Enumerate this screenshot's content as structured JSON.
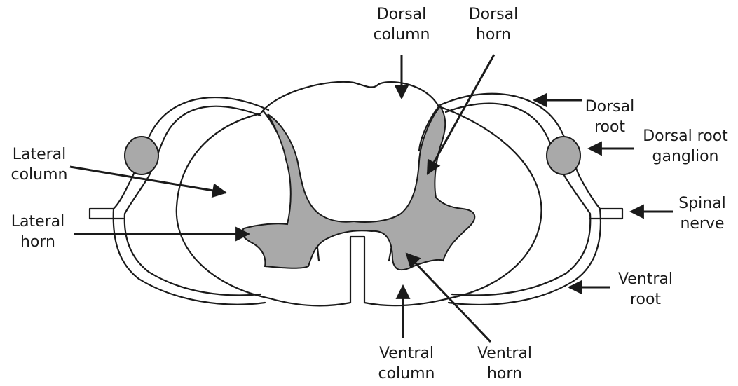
{
  "diagram": {
    "colors": {
      "outline": "#1a1a1a",
      "grey_matter": "#a9a9a9",
      "ganglion": "#a9a9a9",
      "background": "#ffffff"
    },
    "labels": {
      "dorsal_column": {
        "line1": "Dorsal",
        "line2": "column"
      },
      "dorsal_horn": {
        "line1": "Dorsal",
        "line2": "horn"
      },
      "dorsal_root": {
        "line1": "Dorsal",
        "line2": "root"
      },
      "dorsal_root_ganglion": {
        "line1": "Dorsal root",
        "line2": "ganglion"
      },
      "spinal_nerve": {
        "line1": "Spinal",
        "line2": "nerve"
      },
      "ventral_root": {
        "line1": "Ventral",
        "line2": "root"
      },
      "lateral_column": {
        "line1": "Lateral",
        "line2": "column"
      },
      "lateral_horn": {
        "line1": "Lateral",
        "line2": "horn"
      },
      "ventral_column": {
        "line1": "Ventral",
        "line2": "column"
      },
      "ventral_horn": {
        "line1": "Ventral",
        "line2": "horn"
      }
    }
  }
}
